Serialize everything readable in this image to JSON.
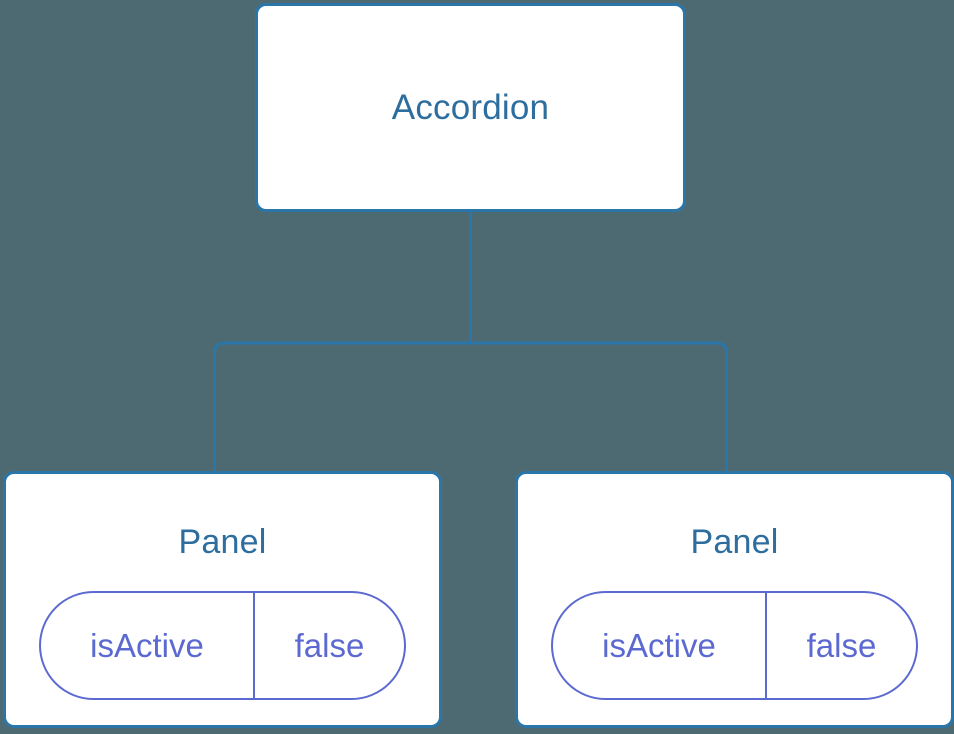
{
  "diagram": {
    "type": "component-tree",
    "background_color": "#4d6a73",
    "node_border_color": "#2b76a8",
    "node_fill_color": "#ffffff",
    "node_title_color": "#2e6e9e",
    "state_accent_color": "#5b69d1",
    "connector_color": "#2b76a8",
    "root": {
      "title": "Accordion"
    },
    "children": [
      {
        "title": "Panel",
        "state": {
          "key": "isActive",
          "value": "false"
        }
      },
      {
        "title": "Panel",
        "state": {
          "key": "isActive",
          "value": "false"
        }
      }
    ]
  }
}
